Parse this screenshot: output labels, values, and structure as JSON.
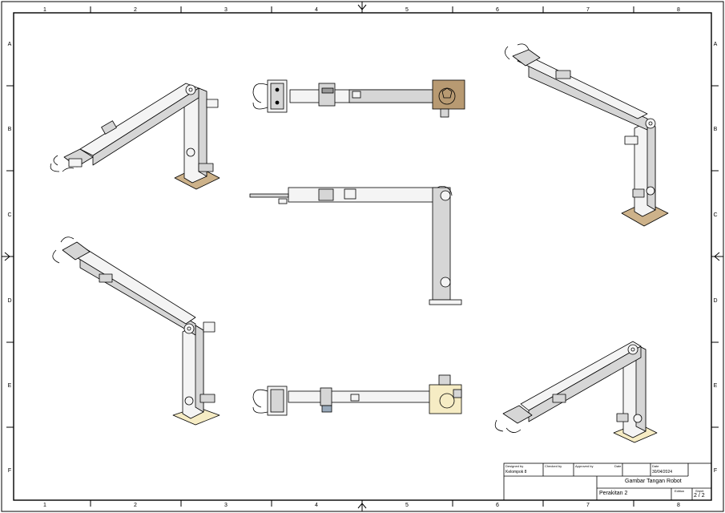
{
  "zones": {
    "columns": [
      "1",
      "2",
      "3",
      "4",
      "5",
      "6",
      "7",
      "8"
    ],
    "rows": [
      "A",
      "B",
      "C",
      "D",
      "E",
      "F"
    ]
  },
  "title_block": {
    "designed_by_label": "Designed by",
    "designed_by": "Kelompok 8",
    "checked_by_label": "Checked by",
    "approved_by_label": "Approved by",
    "date_label_1": "Date",
    "date_label_2": "Date",
    "date": "30/04/2024",
    "title": "Gambar Tangan Robot",
    "subtitle": "Perakitan 2",
    "edition_label": "Edition",
    "sheet_label": "Sheet",
    "sheet": "2 / 2"
  },
  "colors": {
    "line": "#000000",
    "arm_fill": "#f4f4f4",
    "arm_shade": "#d6d6d6",
    "base_brown": "#cdb28a",
    "base_cream": "#f6ecc4",
    "motor_brown": "#b89a72"
  }
}
